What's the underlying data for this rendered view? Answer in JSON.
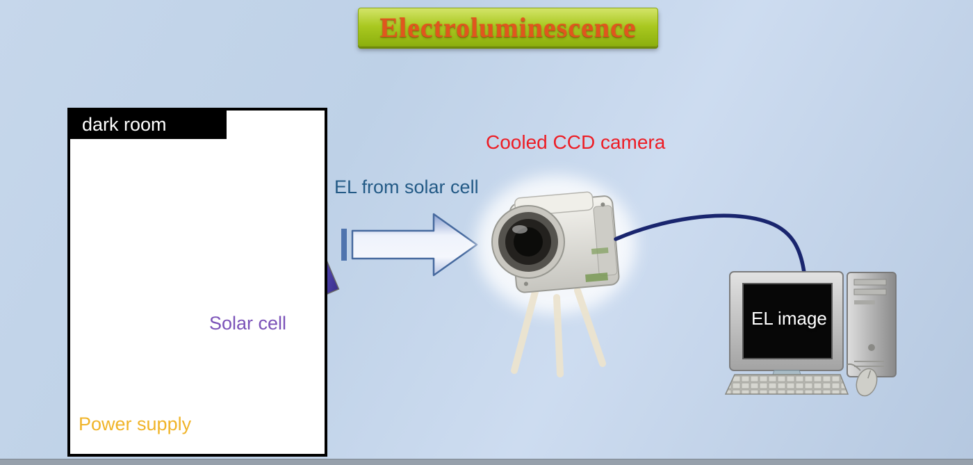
{
  "title": {
    "label": "Electroluminescence"
  },
  "dark_room": {
    "label": "dark room",
    "solar_cell": {
      "label": "Solar cell"
    },
    "power_supply": {
      "label": "Power supply"
    }
  },
  "el_arrow": {
    "label": "EL from solar cell"
  },
  "ccd_camera": {
    "label": "Cooled CCD camera"
  },
  "computer": {
    "screen_label": "EL image"
  },
  "colors": {
    "background": "#c2d4ea",
    "banner_green": "#a9c820",
    "banner_text": "#e0561e",
    "dark_room_tab": "#000000",
    "solar_cell_label": "#7b52b8",
    "power_supply_label": "#f0b429",
    "el_text": "#235a86",
    "camera_label": "#ed1c24",
    "wire_green": "#17a558",
    "cable_navy": "#19256e",
    "arrow_stroke": "#46699e"
  }
}
